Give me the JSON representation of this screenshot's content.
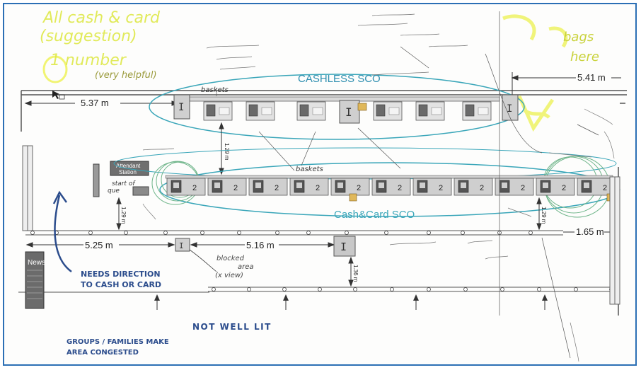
{
  "zones": {
    "cashless_title": "CASHLESS SCO",
    "cashcard_title": "Cash&Card SCO"
  },
  "dimensions": {
    "top_left": "5.37 m",
    "top_right": "5.41 m",
    "mid_left": "5.25 m",
    "mid_center": "5.16 m",
    "right": "1.65 m",
    "vertical_top": "1.29 m",
    "vertical_left": "1.29 m",
    "vertical_right": "1.29 m",
    "vertical_bottom": "1.36 m"
  },
  "fixtures": {
    "attendant_station": [
      "Attendant",
      "Station"
    ],
    "news": "News",
    "lane_number": "2"
  },
  "annotations": {
    "top_left_note": [
      "All cash & card",
      "(suggestion)",
      "1 number",
      "(very helpful)"
    ],
    "baskets_top": "baskets",
    "baskets_mid": "baskets",
    "start_of_queue": [
      "start of",
      "que"
    ],
    "needs_direction": [
      "NEEDS DIRECTION",
      "TO CASH OR CARD"
    ],
    "blocked_area": [
      "blocked",
      "area",
      "(x view)"
    ],
    "not_well_lit": "NOT WELL LIT",
    "groups_families": [
      "GROUPS / FAMILIES MAKE",
      "AREA CONGESTED"
    ],
    "bags_here": [
      "bags",
      "here"
    ]
  },
  "colors": {
    "frame": "#2b6fb5",
    "plan_line": "#555555",
    "ellipse_teal": "#3aa6b9",
    "scribble_green": "#6fb58a",
    "highlighter": "#eef25a",
    "ink_blue": "#2b4c8c"
  }
}
